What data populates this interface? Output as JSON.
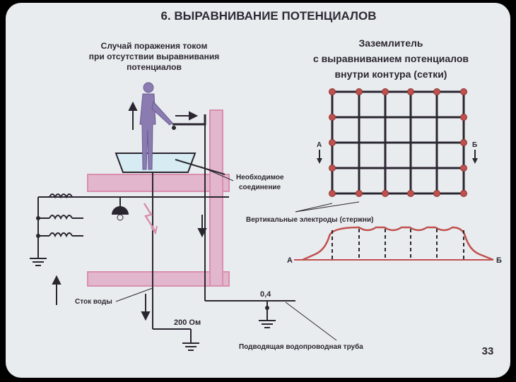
{
  "slide": {
    "title": "6. ВЫРАВНИВАНИЕ ПОТЕНЦИАЛОВ",
    "page_number": "33"
  },
  "left_panel": {
    "caption_lines": [
      "Случай поражения током",
      "при отсутствии выравнивания",
      "потенциалов"
    ],
    "label_connection_lines": [
      "Необходимое",
      "соединение"
    ],
    "label_drain": "Сток воды",
    "label_resistance": "200 Ом",
    "label_voltage": "0,4",
    "label_supply_pipe": "Подводящая водопроводная труба"
  },
  "right_panel": {
    "caption_lines": [
      "Заземлитель",
      "с выравниванием потенциалов",
      "внутри контура (сетки)"
    ],
    "label_point_a": "А",
    "label_point_b": "Б",
    "label_electrodes": "Вертикальные электроды (стержни)",
    "curve_label_a": "А",
    "curve_label_b": "Б"
  },
  "colors": {
    "background": "#e9ecef",
    "ink": "#2a2630",
    "pink": "#d98fae",
    "pink_fill": "#e2b6cd",
    "electrode": "#c0504d",
    "figure": "#8a7bb0"
  }
}
